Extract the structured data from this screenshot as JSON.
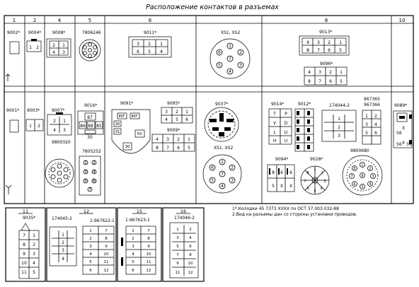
{
  "title": "Расположение контактов в разъемах",
  "columns": [
    "1",
    "2",
    "4",
    "5",
    "6",
    "8",
    "10"
  ],
  "top": {
    "c1": "9002*",
    "c2": "9004*",
    "c4": "9008*",
    "c5": "7806246",
    "c6": "9011*",
    "c7": "XS1, XS2",
    "c8a": "9013*",
    "c8b": "9096*"
  },
  "mid": {
    "c1": "9001*",
    "c2": "9003*",
    "c4a": "9007*",
    "c4b": "9800320",
    "c5a": "9016*",
    "c5b": "7805252",
    "c6a": "9091*",
    "c6b": "9095*",
    "c6c": "9009*",
    "c7a": "9037*",
    "c7b": "XS1, XS2",
    "c8a": "9014*",
    "c8b": "9012*",
    "c8c": "174044-2",
    "c8d": "967365",
    "c8e": "967366",
    "c8f": "9094*",
    "c8g": "9028*",
    "c8h": "9800680",
    "c10": "9089*"
  },
  "bottom": {
    "col11": "11",
    "c11": "9035*",
    "col12": "12",
    "c12a": "174045-2",
    "c12b": "1-967622-1",
    "col15": "15",
    "c15": "1-967623-1",
    "col16": "16",
    "c16": "174046-2"
  },
  "notes": {
    "n1": "1*.Колодки 45 7373 XXXX по ОСТ 37.003.032-88",
    "n2": "2.Вид на разъемы дан со стороны установки проводов."
  }
}
